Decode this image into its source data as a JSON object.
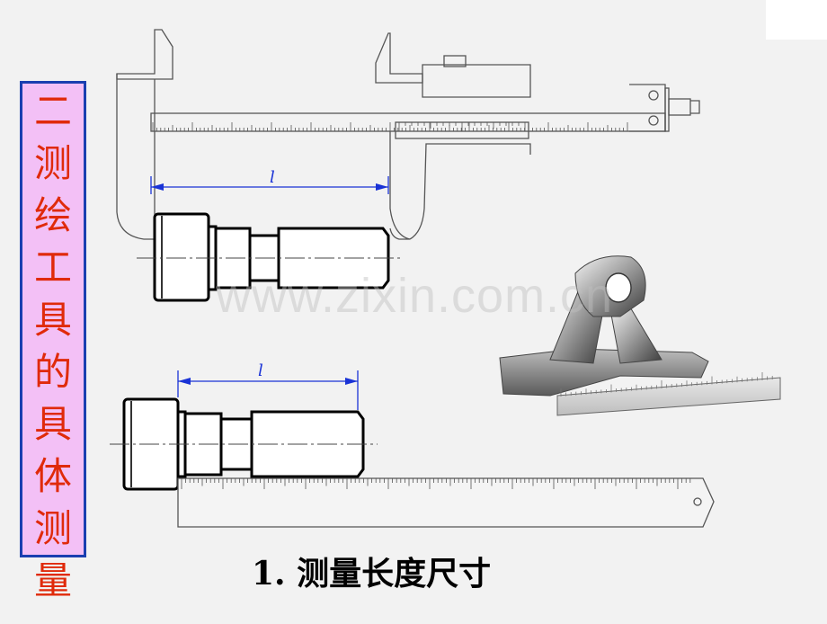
{
  "banner": {
    "chars": [
      "二",
      "测",
      "绘",
      "工",
      "具",
      "的",
      "具",
      "体",
      "测",
      "量"
    ]
  },
  "caption": "1.  测量长度尺寸",
  "dimension_labels": {
    "caliper_length": "l",
    "ruler_length": "l"
  },
  "watermark": "www.zixin.com.cn",
  "colors": {
    "banner_text": "#e02a0a",
    "banner_fill": "#f3c0f6",
    "banner_border": "#1a3fb0",
    "dimension_line": "#1a33d6"
  }
}
